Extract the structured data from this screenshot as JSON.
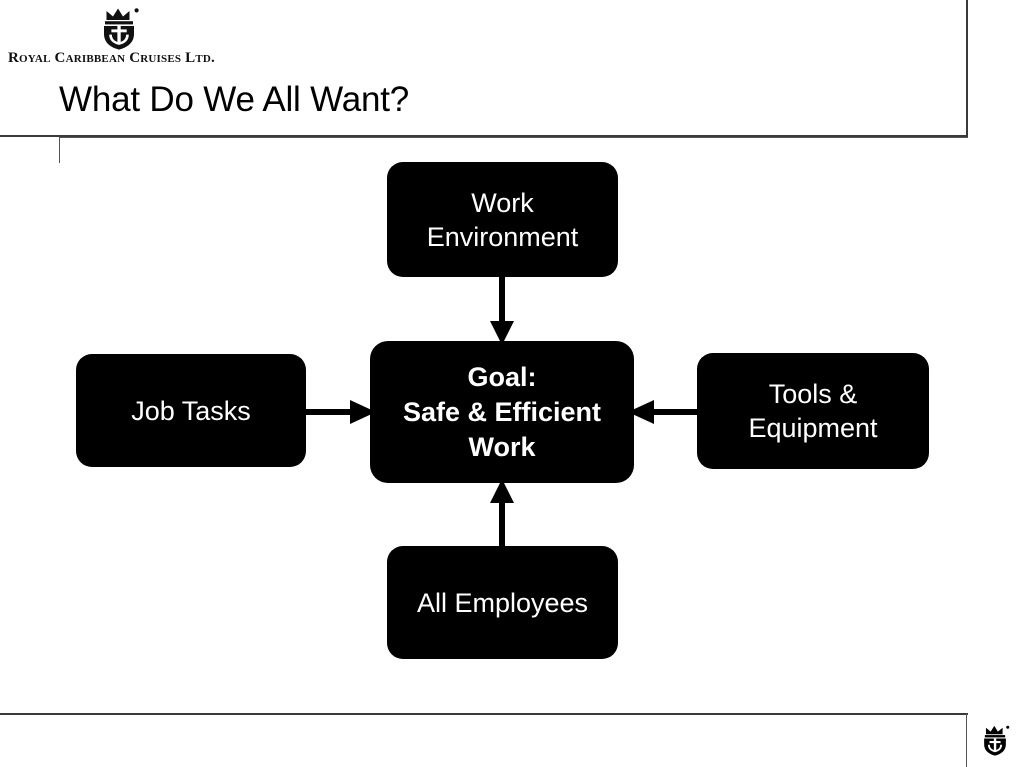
{
  "slide": {
    "title": "What Do We All Want?",
    "brand": {
      "wordmark": "Royal Caribbean Cruises Ltd.",
      "mark_icon": "crown-and-anchor-icon",
      "footer_mark_icon": "crown-and-anchor-icon"
    },
    "colors": {
      "node_fill": "#000000",
      "node_text": "#ffffff",
      "title_text": "#000000",
      "rule": "#3a3a3a",
      "background": "#ffffff"
    }
  },
  "diagram": {
    "type": "convergence",
    "center": {
      "id": "goal",
      "label": "Goal:\nSafe & Efficient\nWork",
      "lines": [
        "Goal:",
        "Safe & Efficient",
        "Work"
      ],
      "emphasis": true
    },
    "inputs": [
      {
        "id": "work-environment",
        "label": "Work\nEnvironment",
        "position": "top",
        "arrow": "arrow-down-icon"
      },
      {
        "id": "job-tasks",
        "label": "Job Tasks",
        "position": "left",
        "arrow": "arrow-right-icon"
      },
      {
        "id": "tools-equipment",
        "label": "Tools &\nEquipment",
        "position": "right",
        "arrow": "arrow-left-icon"
      },
      {
        "id": "all-employees",
        "label": "All Employees",
        "position": "bottom",
        "arrow": "arrow-up-icon"
      }
    ]
  }
}
